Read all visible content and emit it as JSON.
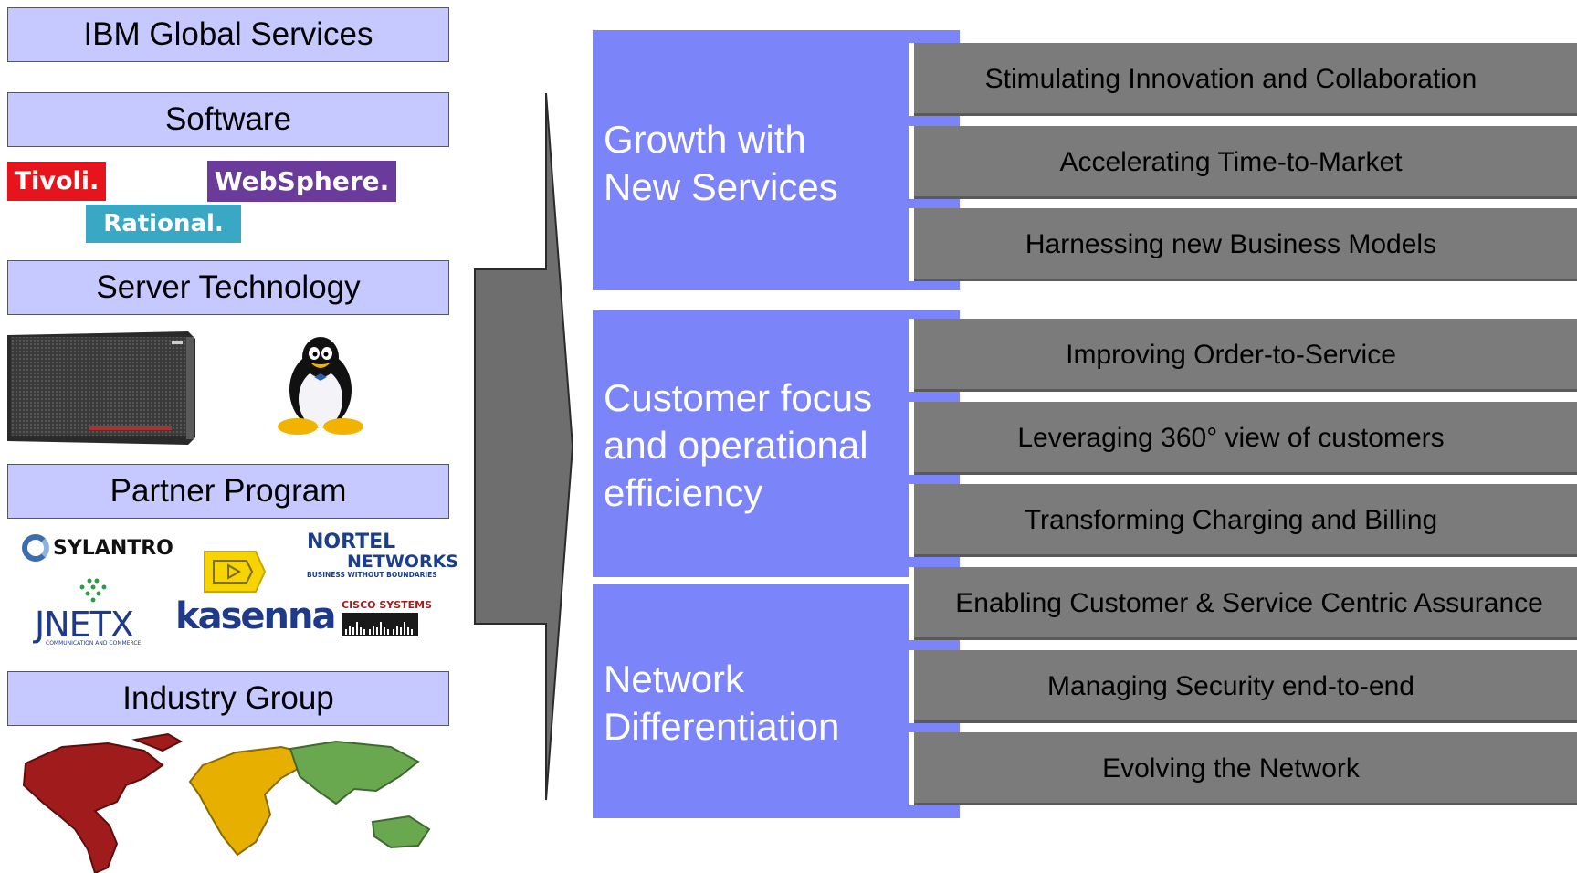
{
  "left_column": {
    "global_services": "IBM Global Services",
    "software": "Software",
    "software_logos": [
      "Tivoli.",
      "WebSphere.",
      "Rational."
    ],
    "server_technology": "Server Technology",
    "server_images": [
      "server-rack-image",
      "linux-penguin-image"
    ],
    "partner_program": "Partner Program",
    "partner_logos": {
      "sylantro": "SYLANTRO",
      "nortel_line1": "NORTEL",
      "nortel_line2": "NETWORKS",
      "nortel_tagline": "BUSINESS WITHOUT BOUNDARIES",
      "jnetx": "JNETX",
      "jnetx_tagline": "COMMUNICATION AND COMMERCE",
      "kasenna": "kasenna",
      "cisco": "CISCO SYSTEMS"
    },
    "industry_group": "Industry Group"
  },
  "categories": [
    {
      "title_lines": [
        "Growth with",
        "New Services"
      ],
      "items": [
        "Stimulating Innovation and Collaboration",
        "Accelerating Time-to-Market",
        "Harnessing new Business Models"
      ]
    },
    {
      "title_lines": [
        "Customer focus",
        "and operational",
        "efficiency"
      ],
      "items": [
        "Improving Order-to-Service",
        "Leveraging 360° view of customers",
        "Transforming Charging and Billing"
      ]
    },
    {
      "title_lines": [
        "Network",
        "Differentiation"
      ],
      "items": [
        "Enabling Customer & Service Centric Assurance",
        "Managing Security end-to-end",
        "Evolving the Network"
      ]
    }
  ],
  "colors": {
    "label_box": "#c5c9ff",
    "category_blue": "#7b84f8",
    "item_gray": "#7b7b7b",
    "arrow_gray": "#6e6e6e",
    "tivoli_red": "#e8141c",
    "websphere_purple": "#6a3b9a",
    "rational_teal": "#3aa7c5"
  }
}
